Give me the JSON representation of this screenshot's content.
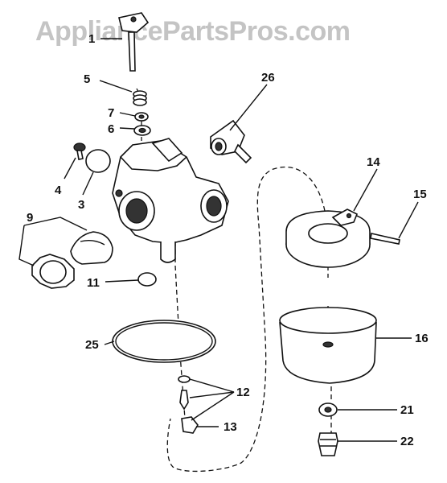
{
  "watermark": "AppliancePartsPros.com",
  "callouts": {
    "c1": "1",
    "c3": "3",
    "c4": "4",
    "c5": "5",
    "c6": "6",
    "c7": "7",
    "c9": "9",
    "c11": "11",
    "c12": "12",
    "c13": "13",
    "c14": "14",
    "c15": "15",
    "c16": "16",
    "c21": "21",
    "c22": "22",
    "c25": "25",
    "c26": "26"
  },
  "colors": {
    "line": "#111111",
    "watermark": "#c4c4c4",
    "background": "#ffffff"
  }
}
